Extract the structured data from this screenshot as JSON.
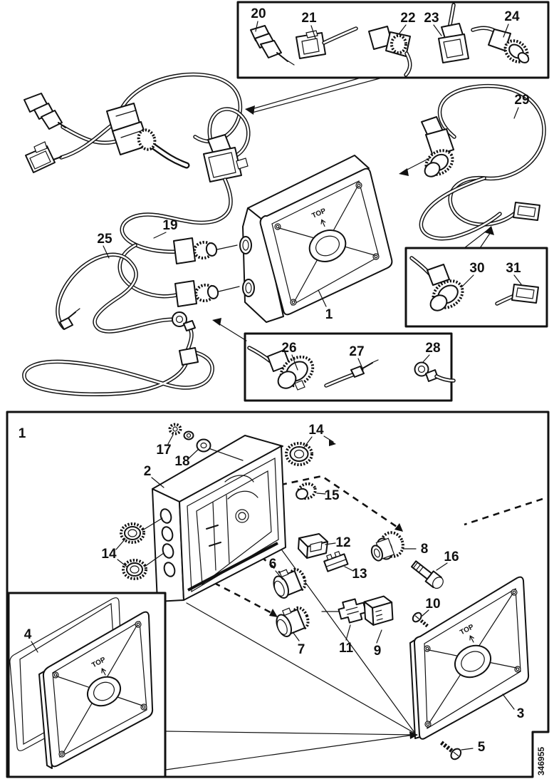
{
  "figure": {
    "id_number": "346955",
    "panel_marking": "TOP"
  },
  "callouts": [
    {
      "label": "20"
    },
    {
      "label": "21"
    },
    {
      "label": "22"
    },
    {
      "label": "23"
    },
    {
      "label": "24"
    },
    {
      "label": "29"
    },
    {
      "label": "19"
    },
    {
      "label": "25"
    },
    {
      "label": "1"
    },
    {
      "label": "30"
    },
    {
      "label": "31"
    },
    {
      "label": "26"
    },
    {
      "label": "27"
    },
    {
      "label": "28"
    },
    {
      "label": "1"
    },
    {
      "label": "17"
    },
    {
      "label": "18"
    },
    {
      "label": "2"
    },
    {
      "label": "14"
    },
    {
      "label": "15"
    },
    {
      "label": "14"
    },
    {
      "label": "12"
    },
    {
      "label": "13"
    },
    {
      "label": "8"
    },
    {
      "label": "16"
    },
    {
      "label": "6"
    },
    {
      "label": "7"
    },
    {
      "label": "11"
    },
    {
      "label": "9"
    },
    {
      "label": "10"
    },
    {
      "label": "3"
    },
    {
      "label": "5"
    },
    {
      "label": "4"
    }
  ]
}
